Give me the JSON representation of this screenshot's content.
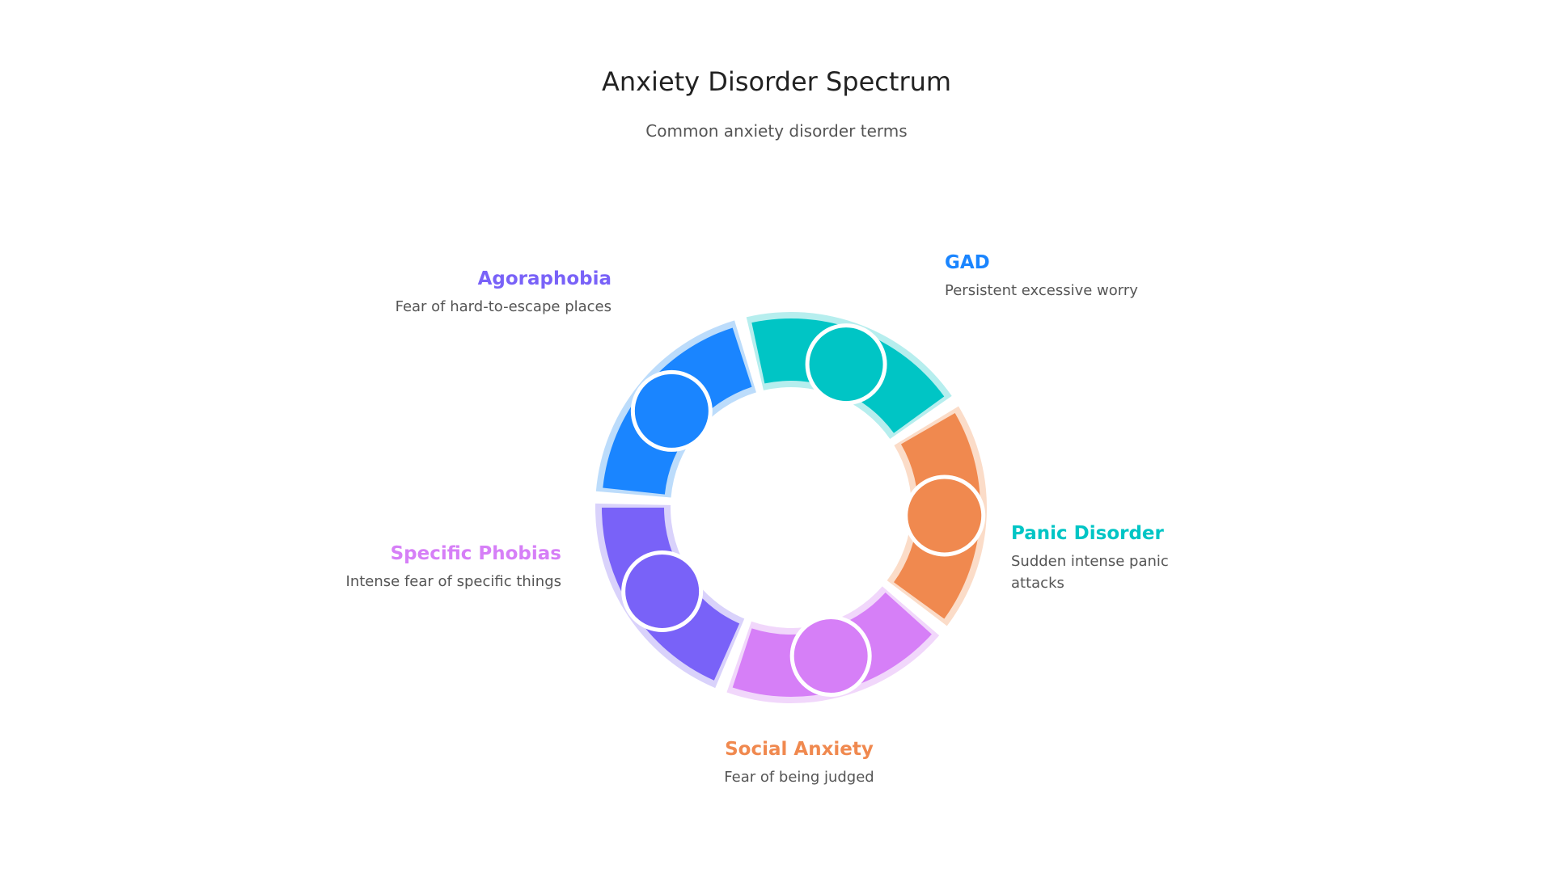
{
  "header": {
    "title": "Anxiety Disorder Spectrum",
    "subtitle": "Common anxiety disorder terms"
  },
  "segments": [
    {
      "id": "gad",
      "name": "GAD",
      "description": "Persistent excessive worry",
      "color": "#1a85ff",
      "halo": "#bcdcfb"
    },
    {
      "id": "panic-disorder",
      "name": "Panic Disorder",
      "description": "Sudden intense panic attacks",
      "color": "#00c5c5",
      "halo": "#b6eeee"
    },
    {
      "id": "social-anxiety",
      "name": "Social Anxiety",
      "description": "Fear of being judged",
      "color": "#f0894f",
      "halo": "#fbdcc8"
    },
    {
      "id": "specific-phobias",
      "name": "Specific Phobias",
      "description": "Intense fear of specific things",
      "color": "#d67ff7",
      "halo": "#f1d7fb"
    },
    {
      "id": "agoraphobia",
      "name": "Agoraphobia",
      "description": "Fear of hard-to-escape places",
      "color": "#7962f8",
      "halo": "#d9d2fb"
    }
  ]
}
